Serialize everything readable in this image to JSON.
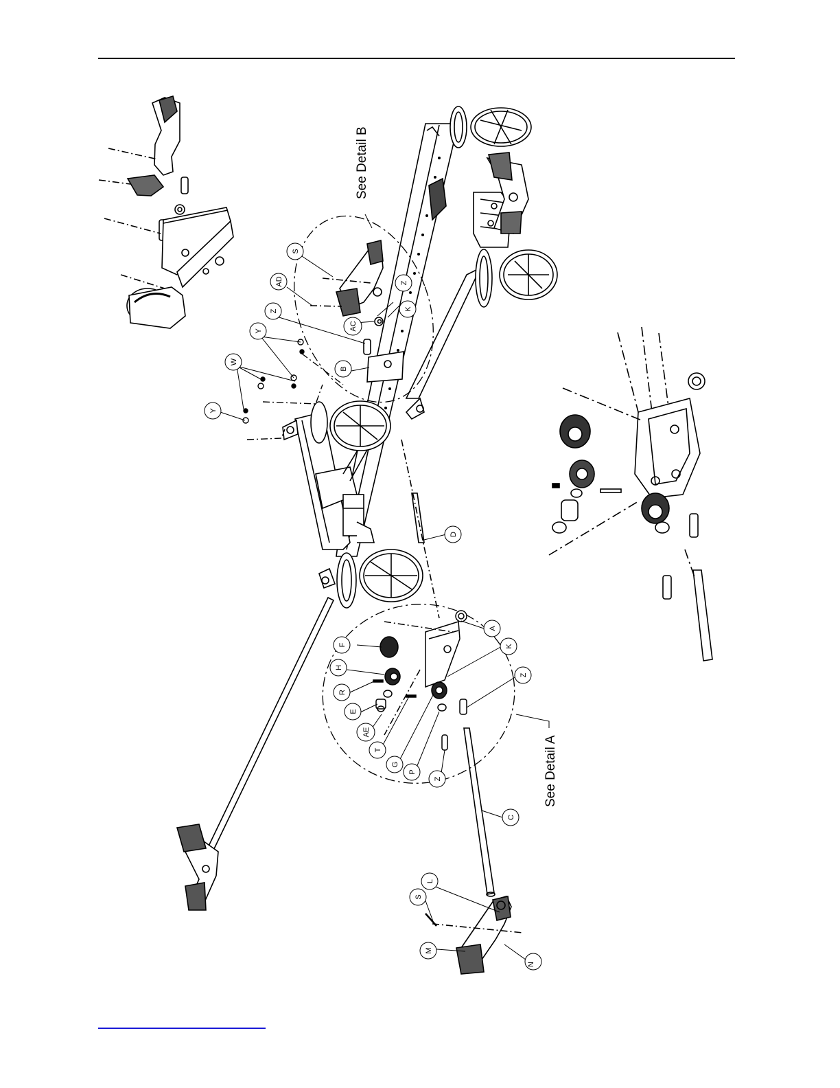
{
  "diagram": {
    "callouts": {
      "detail_a": "See Detail A",
      "detail_b": "See Detail B"
    },
    "part_labels": [
      {
        "id": "s_top",
        "text": "S"
      },
      {
        "id": "ad",
        "text": "AD"
      },
      {
        "id": "z_top",
        "text": "Z"
      },
      {
        "id": "z_mid",
        "text": "Z"
      },
      {
        "id": "y_a",
        "text": "Y"
      },
      {
        "id": "y_b",
        "text": "Y"
      },
      {
        "id": "w",
        "text": "W"
      },
      {
        "id": "ac",
        "text": "AC"
      },
      {
        "id": "k_top",
        "text": "K"
      },
      {
        "id": "b",
        "text": "B"
      },
      {
        "id": "d",
        "text": "D"
      },
      {
        "id": "a",
        "text": "A"
      },
      {
        "id": "k_mid",
        "text": "K"
      },
      {
        "id": "z_low",
        "text": "Z"
      },
      {
        "id": "f",
        "text": "F"
      },
      {
        "id": "h",
        "text": "H"
      },
      {
        "id": "r",
        "text": "R"
      },
      {
        "id": "e",
        "text": "E"
      },
      {
        "id": "ae",
        "text": "AE"
      },
      {
        "id": "t",
        "text": "T"
      },
      {
        "id": "g",
        "text": "G"
      },
      {
        "id": "p",
        "text": "P"
      },
      {
        "id": "z_det",
        "text": "Z"
      },
      {
        "id": "c",
        "text": "C"
      },
      {
        "id": "s_low",
        "text": "S"
      },
      {
        "id": "l",
        "text": "L"
      },
      {
        "id": "m",
        "text": "M"
      },
      {
        "id": "n",
        "text": "N"
      }
    ]
  }
}
